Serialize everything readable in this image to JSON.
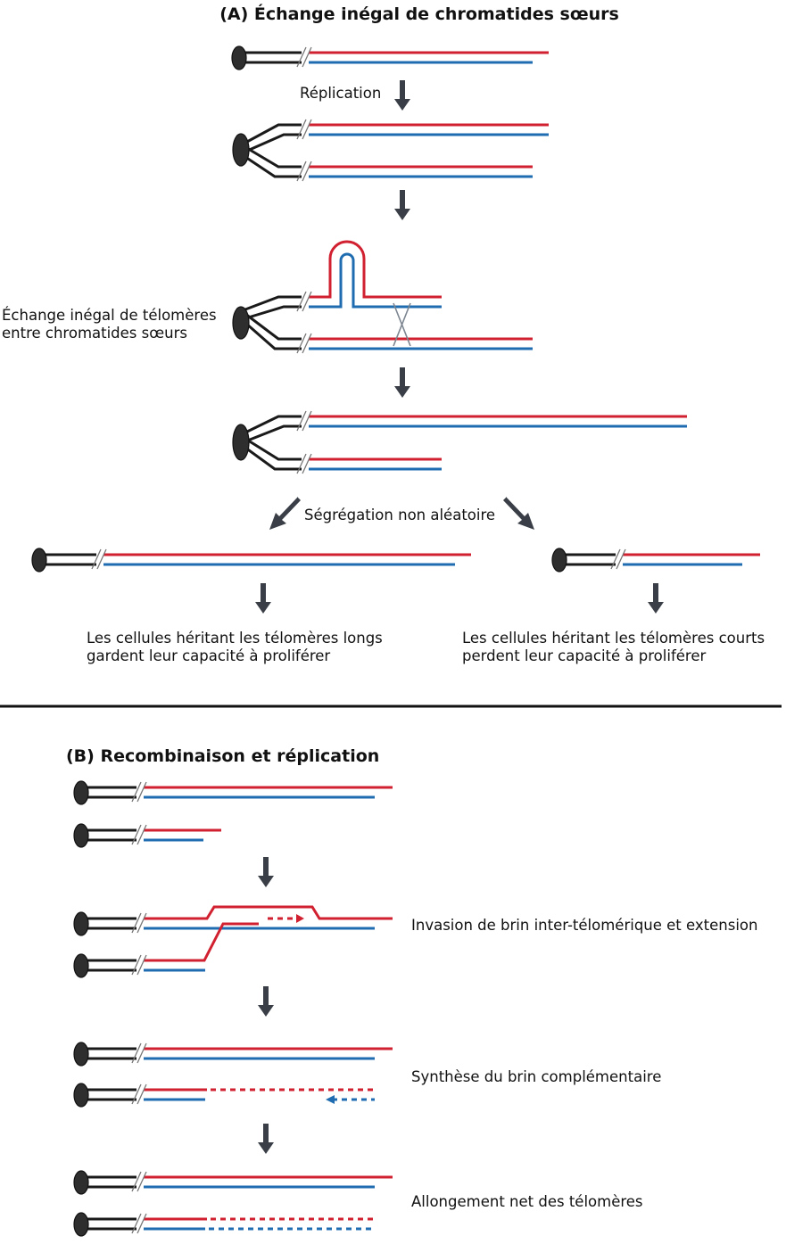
{
  "section_a": {
    "title": "(A) Échange inégal de chromatides sœurs",
    "replication_label": "Réplication",
    "exchange_label_line1": "Échange inégal de télomères",
    "exchange_label_line2": "entre chromatides sœurs",
    "segregation_label": "Ségrégation non aléatoire",
    "long_outcome_line1": "Les cellules héritant les télomères longs",
    "long_outcome_line2": "gardent leur capacité à proliférer",
    "short_outcome_line1": "Les cellules héritant les télomères courts",
    "short_outcome_line2": "perdent leur capacité à proliférer"
  },
  "section_b": {
    "title": "(B) Recombinaison et réplication",
    "invasion_label": "Invasion de brin inter-télomérique et extension",
    "synthesis_label": "Synthèse du brin complémentaire",
    "elongation_label": "Allongement net des télomères"
  },
  "colors": {
    "g_rich_strand": "#d1202f",
    "c_rich_strand": "#1f6db0",
    "chromosome": "#1a1a1a",
    "arrow": "#3a3f47"
  },
  "icons": {
    "centromere": "centromere-ellipse",
    "break_mark": "double-slash",
    "step_arrow": "down-arrow"
  }
}
